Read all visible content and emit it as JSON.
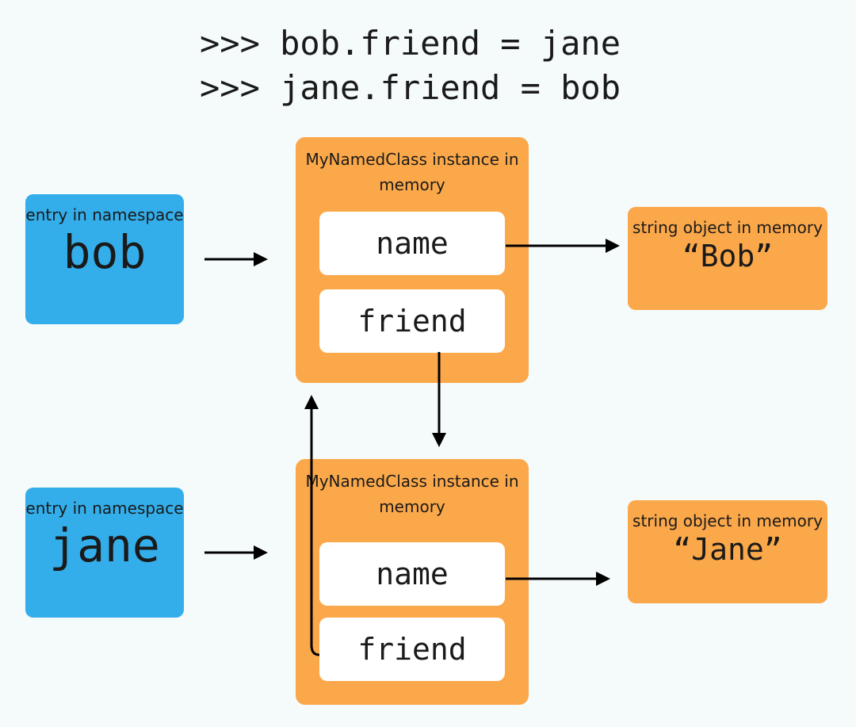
{
  "code": {
    "line1": ">>> bob.friend = jane",
    "line2": ">>> jane.friend = bob"
  },
  "namespace_entries": [
    {
      "caption": "entry in namespace",
      "name": "bob"
    },
    {
      "caption": "entry in namespace",
      "name": "jane"
    }
  ],
  "instances": [
    {
      "caption": "MyNamedClass instance in memory",
      "slots": [
        "name",
        "friend"
      ]
    },
    {
      "caption": "MyNamedClass instance in memory",
      "slots": [
        "name",
        "friend"
      ]
    }
  ],
  "strings": [
    {
      "caption": "string object in memory",
      "value": "“Bob”"
    },
    {
      "caption": "string object in memory",
      "value": "“Jane”"
    }
  ],
  "colors": {
    "background": "#f5fafb",
    "namespace_box": "#33aeea",
    "memory_box": "#fba84a",
    "slot": "#ffffff",
    "arrow": "#000000"
  }
}
